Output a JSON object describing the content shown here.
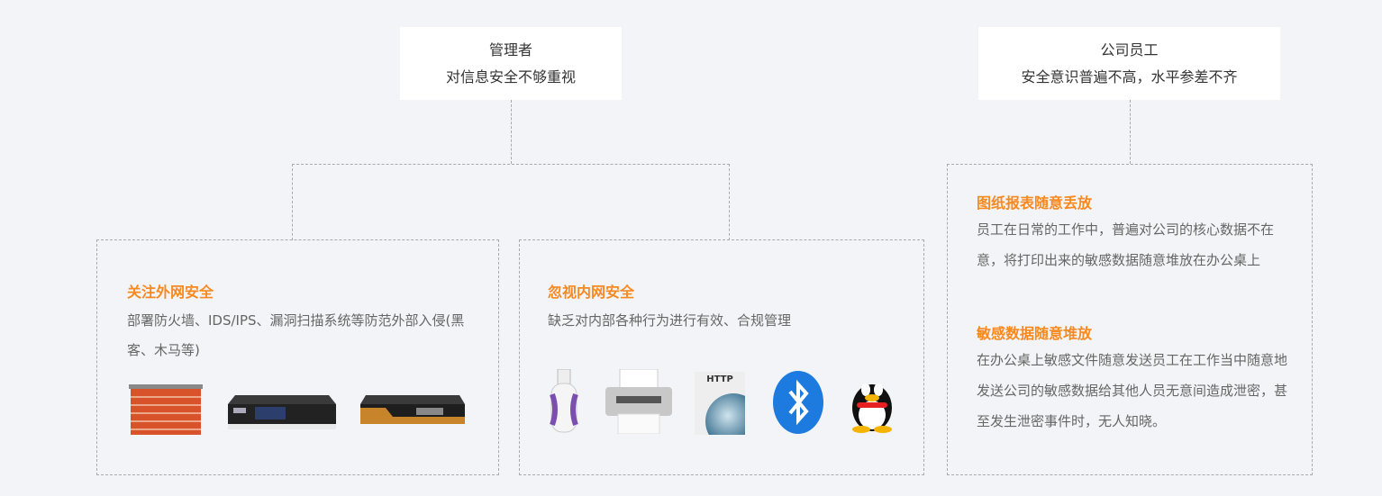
{
  "manager": {
    "role": "管理者",
    "desc": "对信息安全不够重视"
  },
  "staff": {
    "role": "公司员工",
    "desc": "安全意识普遍不高，水平参差不齐"
  },
  "panels": [
    {
      "title": "关注外网安全",
      "body": "部署防火墙、IDS/IPS、漏洞扫描系统等防范外部入侵(黑客、木马等)"
    },
    {
      "title": "忽视内网安全",
      "body": "缺乏对内部各种行为进行有效、合规管理",
      "http_label": "HTTP"
    },
    {
      "items": [
        {
          "title": "图纸报表随意丢放",
          "body": "员工在日常的工作中，普遍对公司的核心数据不在意，将打印出来的敏感数据随意堆放在办公桌上"
        },
        {
          "title": "敏感数据随意堆放",
          "body": "在办公桌上敏感文件随意发送员工在工作当中随意地发送公司的敏感数据给其他人员无意间造成泄密，甚至发生泄密事件时，无人知晓。"
        }
      ]
    }
  ],
  "colors": {
    "accent": "#f7891f",
    "text": "#666666",
    "bg": "#f3f4f8"
  }
}
